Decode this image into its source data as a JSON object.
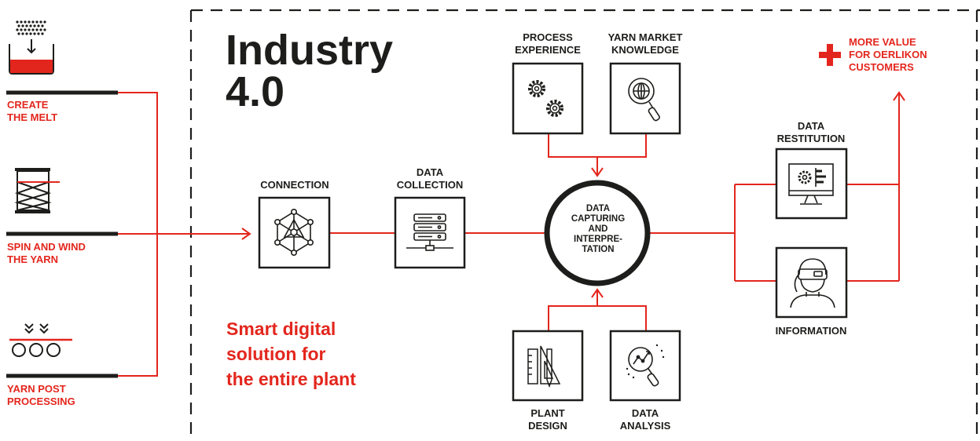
{
  "title": "Industry\n4.0",
  "tagline": "Smart digital\nsolution for\nthe entire plant",
  "steps": {
    "melt": "CREATE\nTHE MELT",
    "spin": "SPIN AND WIND\nTHE YARN",
    "post": "YARN POST\nPROCESSING"
  },
  "nodes": {
    "connection": "CONNECTION",
    "data_collection": "DATA\nCOLLECTION",
    "process_experience": "PROCESS\nEXPERIENCE",
    "yarn_market": "YARN MARKET\nKNOWLEDGE",
    "center": "DATA\nCAPTURING\nAND\nINTERPRE-\nTATION",
    "plant_design": "PLANT\nDESIGN",
    "data_analysis": "DATA\nANALYSIS",
    "data_restitution": "DATA\nRESTITUTION",
    "information": "INFORMATION"
  },
  "value": {
    "text": "MORE VALUE\nFOR OERLIKON\nCUSTOMERS",
    "plus": "+"
  },
  "colors": {
    "accent": "#e3261d",
    "ink": "#1d1d1b"
  },
  "icons": {
    "melt": "melt-beaker-icon",
    "spin": "yarn-winder-icon",
    "post": "post-processing-rollers-icon",
    "connection": "network-hexagon-icon",
    "data_collection": "server-rack-icon",
    "process_experience": "gears-icon",
    "yarn_market": "globe-magnifier-icon",
    "plant_design": "drafting-tools-icon",
    "data_analysis": "analytics-magnifier-icon",
    "data_restitution": "monitor-dashboard-icon",
    "information": "vr-headset-person-icon"
  }
}
